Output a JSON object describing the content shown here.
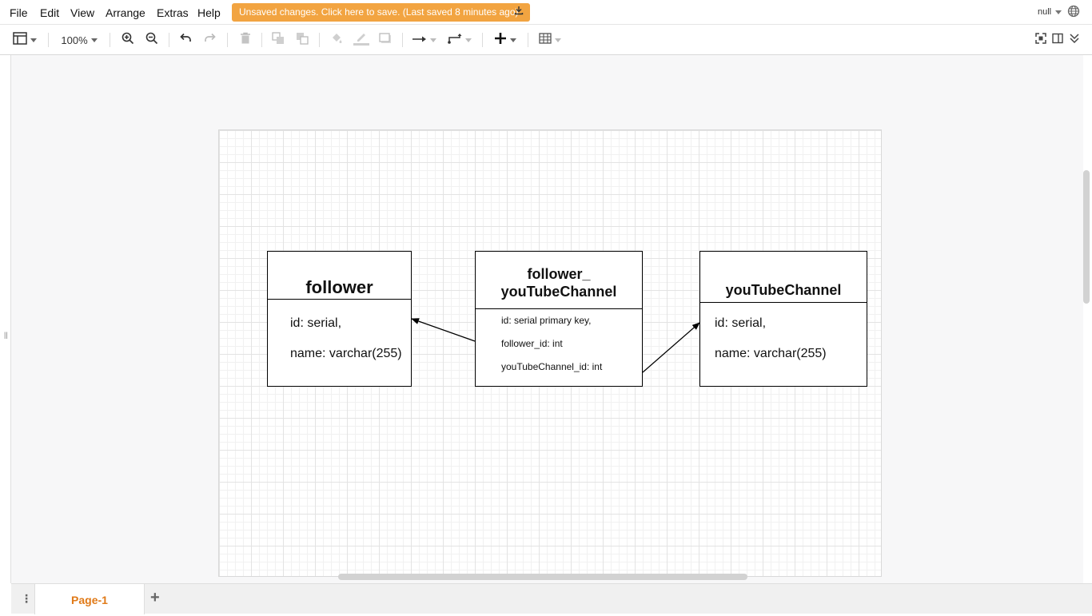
{
  "menubar": {
    "items": [
      "File",
      "Edit",
      "View",
      "Arrange",
      "Extras",
      "Help"
    ],
    "save_banner": "Unsaved changes. Click here to save. (Last saved 8 minutes ago)",
    "save_icon": "download-icon",
    "user": "null",
    "language_icon": "globe-icon"
  },
  "toolbar": {
    "format_panel_icon": "format-panel-icon",
    "zoom": "100%",
    "zoom_in_icon": "zoom-in-icon",
    "zoom_out_icon": "zoom-out-icon",
    "undo_icon": "undo-icon",
    "redo_icon": "redo-icon",
    "delete_icon": "trash-icon",
    "to_front_icon": "to-front-icon",
    "to_back_icon": "to-back-icon",
    "fill_icon": "fill-color-icon",
    "line_color_icon": "line-color-icon",
    "shadow_icon": "shadow-icon",
    "connection_icon": "connection-arrow-icon",
    "waypoints_icon": "waypoints-icon",
    "insert_icon": "plus-icon",
    "table_icon": "table-icon",
    "fullscreen_icon": "fullscreen-icon",
    "toggle_panel_icon": "sidebar-toggle-icon",
    "collapse_icon": "chevron-double-up-icon"
  },
  "diagram": {
    "entities": [
      {
        "title": "follower",
        "fields": [
          "id: serial,",
          "name: varchar(255)"
        ]
      },
      {
        "title_line1": "follower_",
        "title_line2": "youTubeChannel",
        "fields": [
          "id: serial primary key,",
          "follower_id: int",
          "youTubeChannel_id: int"
        ]
      },
      {
        "title": "youTubeChannel",
        "fields": [
          "id: serial,",
          "name: varchar(255)"
        ]
      }
    ]
  },
  "footer": {
    "pages_menu": "⋮",
    "tabs": [
      {
        "label": "Page-1",
        "active": true
      }
    ],
    "add_page": "+"
  },
  "colors": {
    "banner": "#f2a441",
    "active_tab": "#e07a18",
    "canvas_bg": "#f7f7f8"
  }
}
